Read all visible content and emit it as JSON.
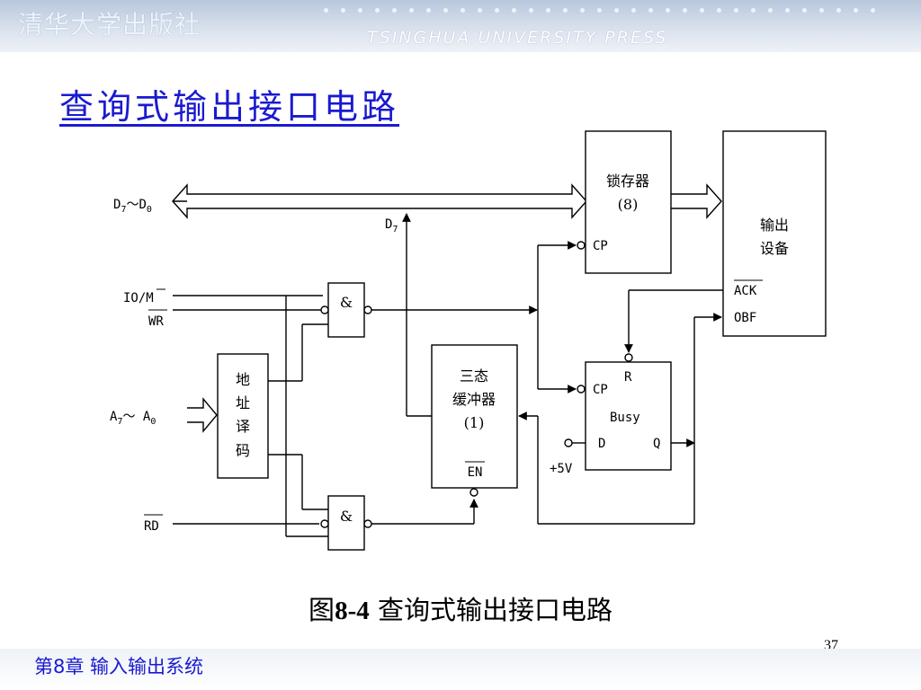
{
  "header": {
    "publisher_cn": "清华大学出版社",
    "publisher_en": "TSINGHUA UNIVERSITY PRESS"
  },
  "slide": {
    "title": "查询式输出接口电路",
    "caption_prefix": "图",
    "caption_number": "8-4",
    "caption_text": " 查询式输出接口电路",
    "page_number": "37"
  },
  "footer": {
    "chapter": "第8章 输入输出系统"
  },
  "diagram": {
    "signals": {
      "data_bus": "D7～D0",
      "data_bus_main": "D",
      "data_bus_sub1": "7",
      "data_bus_tilde": "～D",
      "data_bus_sub2": "0",
      "d7_main": "D",
      "d7_sub": "7",
      "io_m_prefix": "IO/",
      "io_m_bar": "M",
      "wr": "WR",
      "addr_main": "A",
      "addr_sub1": "7",
      "addr_tilde": "～ A",
      "addr_sub2": "0",
      "rd": "RD",
      "plus5v": "+5V"
    },
    "blocks": {
      "latch_line1": "锁存器",
      "latch_line2": "(8)",
      "latch_cp": "CP",
      "device_line1": "输出",
      "device_line2": "设备",
      "device_ack": "ACK",
      "device_obf": "OBF",
      "decoder_1": "地",
      "decoder_2": "址",
      "decoder_3": "译",
      "decoder_4": "码",
      "gate_top": "&",
      "gate_bottom": "&",
      "buffer_line1": "三态",
      "buffer_line2": "缓冲器",
      "buffer_line3": "(1)",
      "buffer_en": "EN",
      "ff_r": "R",
      "ff_cp": "CP",
      "ff_name": "Busy",
      "ff_d": "D",
      "ff_q": "Q"
    }
  }
}
